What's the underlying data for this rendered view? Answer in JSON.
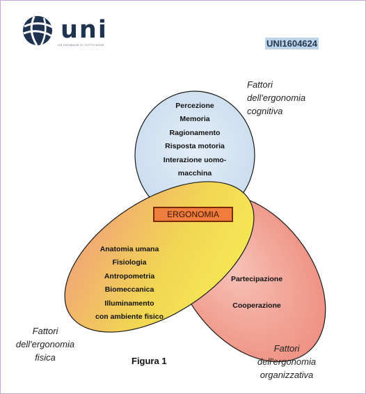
{
  "header": {
    "logo_text": "uni",
    "logo_tagline": "UN DATABASE DI TUTTO NOVE",
    "document_code": "UNI1604624"
  },
  "diagram": {
    "center_label": "ERGONOMIA",
    "cognitive": {
      "label_lines": [
        "Fattori",
        "dell'ergonomia",
        "cognitiva"
      ],
      "items": [
        "Percezione",
        "Memoria",
        "Ragionamento",
        "Risposta motoria",
        "Interazione uomo-",
        "macchina"
      ]
    },
    "physical": {
      "label_lines": [
        "Fattori",
        "dell'ergonomia",
        "fisica"
      ],
      "items": [
        "Anatomia umana",
        "Fisiologia",
        "Antropometria",
        "Biomeccanica",
        "Illuminamento",
        "con ambiente fisico"
      ]
    },
    "organizational": {
      "label_lines": [
        "Fattori",
        "dell'ergonomia",
        "organizzativa"
      ],
      "items": [
        "Partecipazione",
        "Cooperazione"
      ]
    },
    "colors": {
      "cognitive_fill": "#d8e6f3",
      "physical_fill": "#f4e63e",
      "organizational_fill": "#f2a296",
      "ergonomia_box": "#ef7d3d"
    }
  },
  "figure_caption": "Figura 1"
}
